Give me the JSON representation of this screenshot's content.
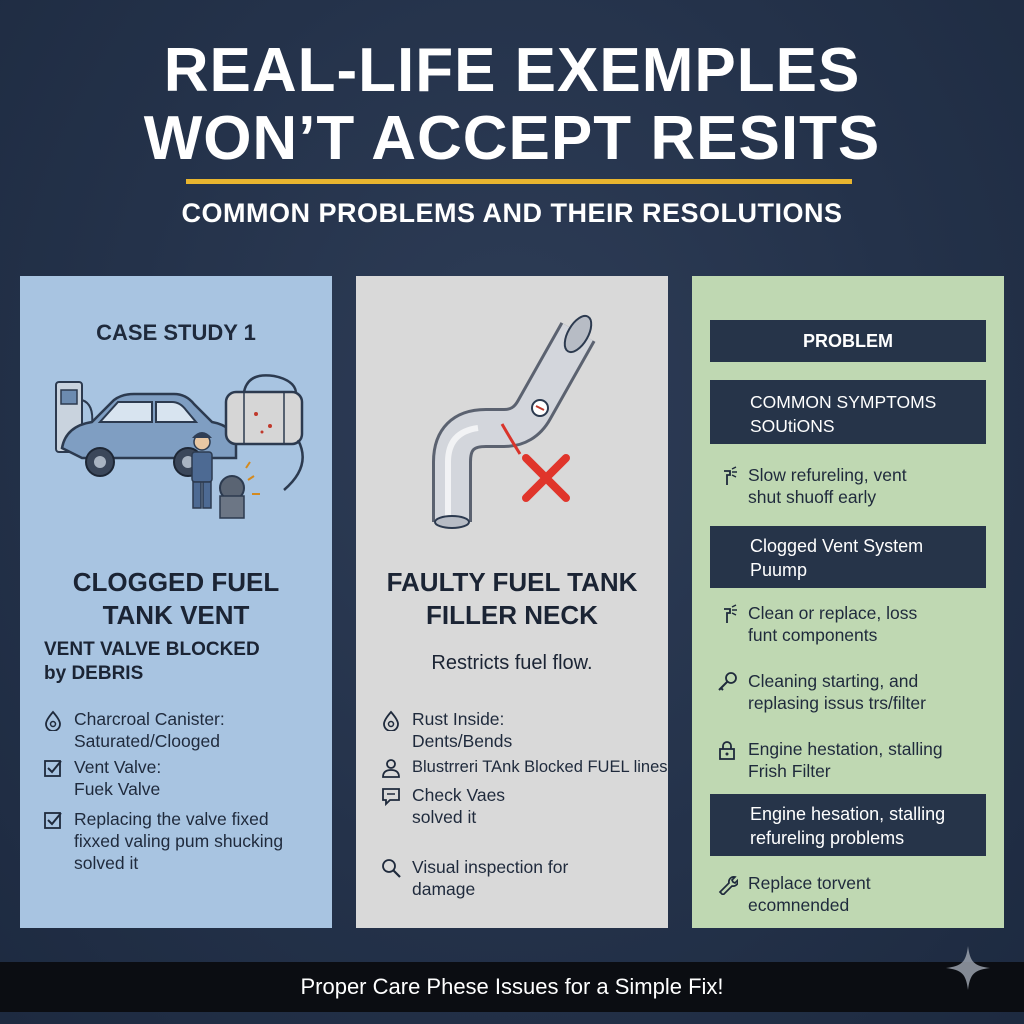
{
  "header": {
    "title_line1": "REAL-LIFE EXEMPLES",
    "title_line2": "WON’T ACCEPT RESITS",
    "subtitle": "COMMON PROBLEMS AND THEIR RESOLUTIONS"
  },
  "panel1": {
    "case_label": "CASE STUDY 1",
    "heading_line1": "CLOGGED FUEL",
    "heading_line2": "TANK VENT",
    "subheading_line1": "VENT VALVE BLOCKED",
    "subheading_line2": "by DEBRIS",
    "items": [
      {
        "icon": "fuel-drop-icon",
        "text": "Charcroal Canister:\nSaturated/Clooged"
      },
      {
        "icon": "checkbox-icon",
        "text": "Vent Valve:\nFuek Valve"
      },
      {
        "icon": "checkbox-icon",
        "text": "Replacing the valve fixed\nfixxed valing pum shucking\nsolved it"
      }
    ]
  },
  "panel2": {
    "heading_line1": "FAULTY FUEL TANK",
    "heading_line2": "FILLER NECK",
    "note": "Restricts fuel flow.",
    "items": [
      {
        "icon": "fuel-drop-icon",
        "text": "Rust Inside:\nDents/Bends"
      },
      {
        "icon": "person-icon",
        "text": "Blustrreri TAnk Blocked FUEL lines"
      },
      {
        "icon": "chat-icon",
        "text": "Check Vaes\nsolved it"
      },
      {
        "icon": "magnifier-icon",
        "text": "Visual inspection for\ndamage"
      }
    ]
  },
  "panel3": {
    "box_problem": "PROBLEM",
    "box_symptoms": "COMMON SYMPTOMS\nSOUtiONS",
    "item1": "Slow refureling, vent\nshut shuoff early",
    "box_clogged": "Clogged Vent System\nPuump",
    "item2": "Clean or replace, loss\nfunt components",
    "item3": "Cleaning starting, and\nreplasing issus trs/filter",
    "item4": "Engine hestation, stalling\nFrish Filter",
    "box_engine": "Engine hesation, stalling\nrefureling problems",
    "item5": "Replace torvent\necomnended"
  },
  "footer": {
    "text": "Proper Care Phese Issues for a Simple Fix!"
  },
  "colors": {
    "background": "#24324a",
    "accent_rule": "#e8b52f",
    "panel_blue": "#a8c4e1",
    "panel_grey": "#d9d9d9",
    "panel_green": "#bfd8b2",
    "navy_box": "#263449",
    "warning_x": "#e0352b"
  }
}
